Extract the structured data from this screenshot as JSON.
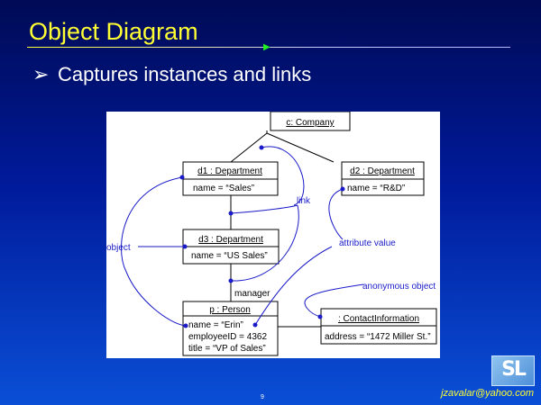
{
  "slide": {
    "title": "Object Diagram",
    "bullet_symbol": "➢",
    "bullet_text": "Captures instances and links",
    "page_number": "9",
    "email": "jzavalar@yahoo.com",
    "logo_text": "SL"
  },
  "diagram": {
    "objects": {
      "company": {
        "name": "c: Company"
      },
      "d1": {
        "name": "d1 : Department",
        "attributes": [
          "name = “Sales”"
        ]
      },
      "d2": {
        "name": "d2 : Department",
        "attributes": [
          "name = “R&D”"
        ]
      },
      "d3": {
        "name": "d3 : Department",
        "attributes": [
          "name = “US Sales”"
        ]
      },
      "person": {
        "name": "p : Person",
        "attributes": [
          "name = “Erin”",
          "employeeID = 4362",
          "title = “VP of Sales”"
        ]
      },
      "contact": {
        "name": ": ContactInformation",
        "attributes": [
          "address = “1472 Miller St.”"
        ]
      }
    },
    "link_label": "manager",
    "annotations": {
      "link": "link",
      "object": "object",
      "attribute_value": "attribute value",
      "anonymous_object": "anonymous object"
    },
    "colors": {
      "annotation": "#1a1ac8",
      "box": "#000000"
    }
  }
}
